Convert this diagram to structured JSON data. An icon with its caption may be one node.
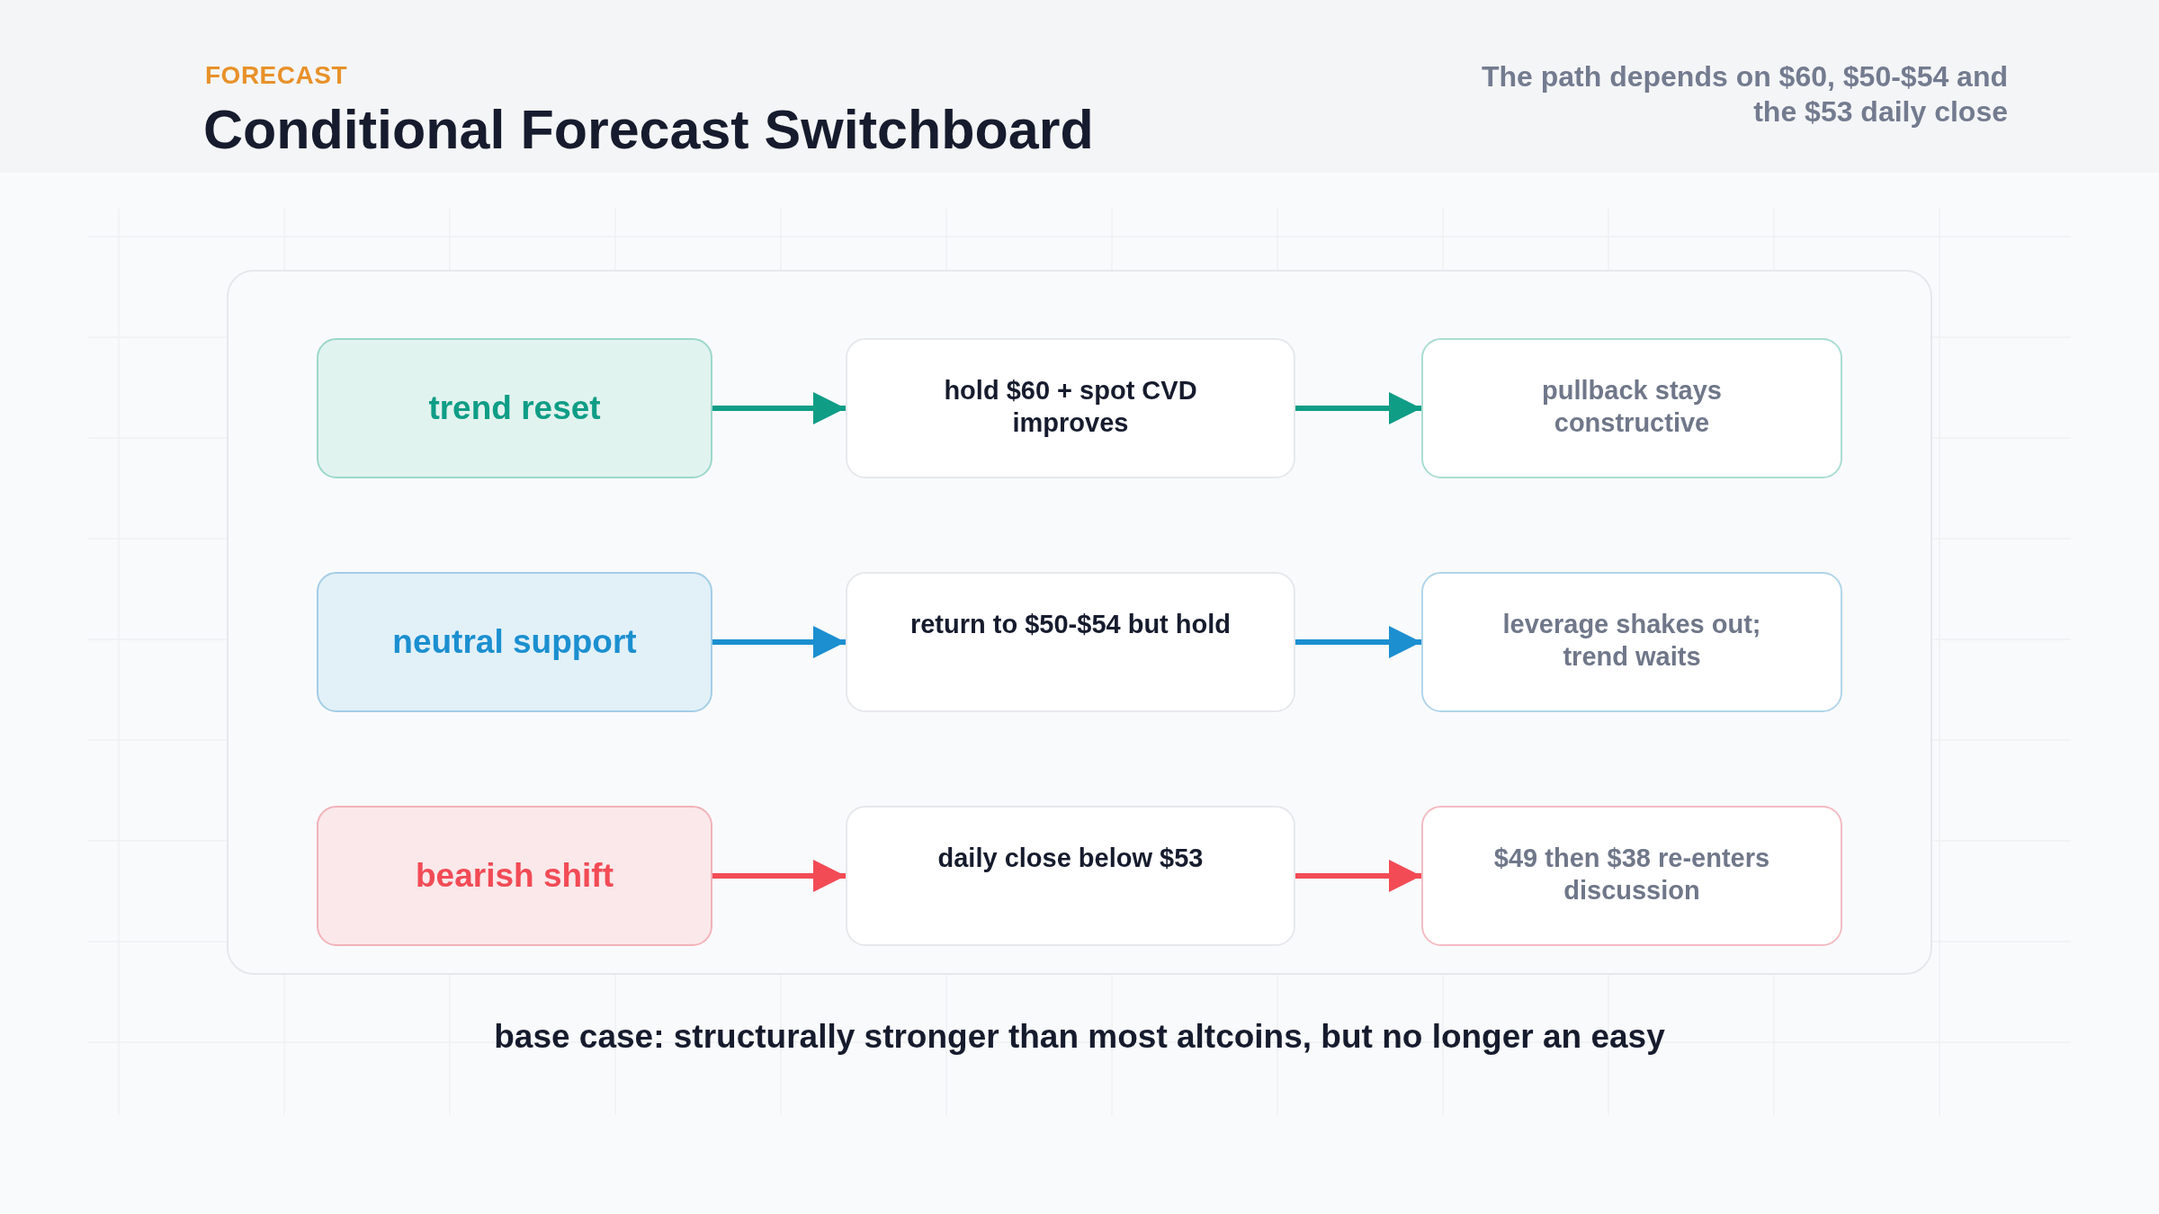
{
  "diagram": {
    "title": "Conditional Forecast Switchboard",
    "caption": "base case: structurally stronger than most altcoins, but no longer an easy",
    "nodes": [
      {
        "text": [],
        "shape": "box"
      },
      {
        "text": [
          "trend reset"
        ],
        "in": 0
      },
      {
        "text": [
          "hold $60 + spot CVD improves"
        ],
        "in": 0
      },
      {
        "text": [
          "pullback stays constructive"
        ],
        "in": 0
      },
      {
        "text": [
          "neutral support"
        ],
        "in": 0
      },
      {
        "text": [
          "return to $50-$54 but hold"
        ],
        "in": 0
      },
      {
        "text": [
          "leverage shakes out; trend waits"
        ],
        "in": 0
      },
      {
        "text": [
          "bearish shift"
        ],
        "in": 0
      },
      {
        "text": [
          "daily close below $53"
        ],
        "in": 0
      },
      {
        "text": [
          "$49 then $38 re-enters discussion"
        ],
        "in": 0
      }
    ],
    "edges": [
      {
        "from": 1,
        "to": 2,
        "arrow": "to",
        "color": "#0f9d86"
      },
      {
        "from": 2,
        "to": 3,
        "arrow": "to",
        "color": "#0f9d86"
      },
      {
        "from": 4,
        "to": 5,
        "arrow": "to",
        "color": "#1b8fd0"
      },
      {
        "from": 5,
        "to": 6,
        "arrow": "to",
        "color": "#1b8fd0"
      },
      {
        "from": 7,
        "to": 8,
        "arrow": "to",
        "color": "#f24b56"
      },
      {
        "from": 8,
        "to": 9,
        "arrow": "to",
        "color": "#f24b56"
      }
    ],
    "labels": [
      "FORECAST",
      "The path depends on $60, $50-$54 and the $53 daily close"
    ]
  }
}
